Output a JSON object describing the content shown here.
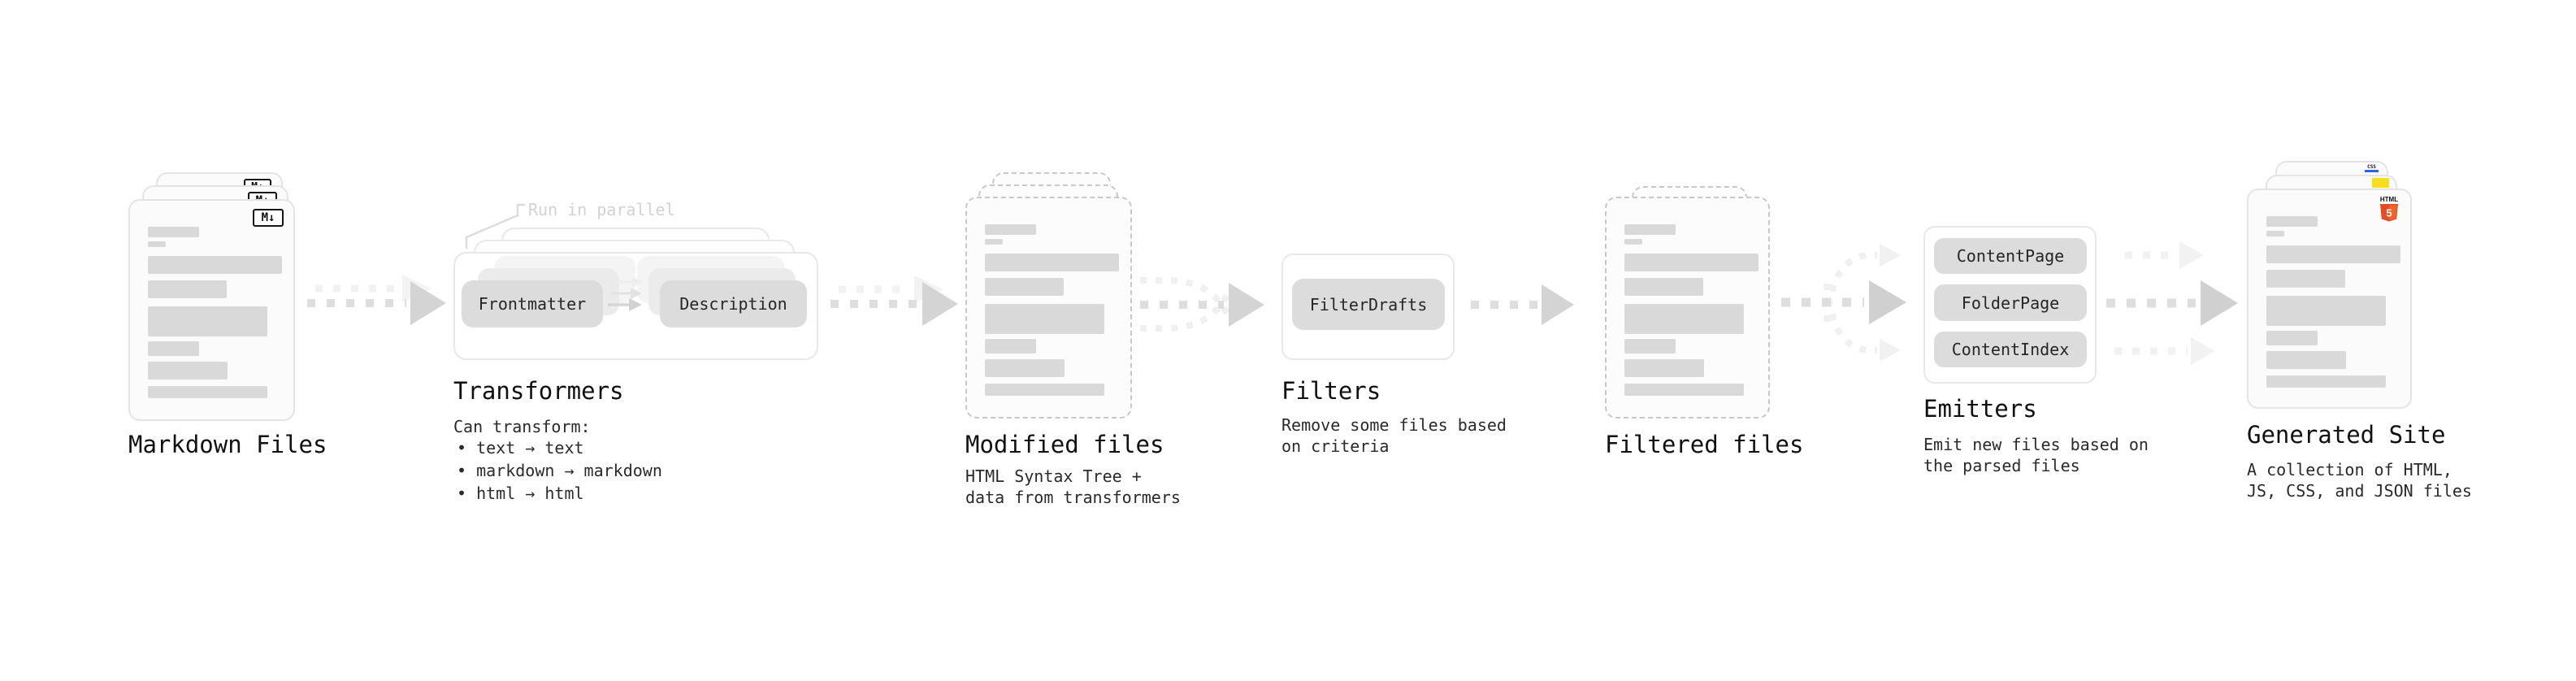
{
  "nodes": {
    "markdown_files": {
      "label": "Markdown Files",
      "file_icon_text": "M↓"
    },
    "transformers": {
      "title": "Transformers",
      "callout": "Run in parallel",
      "pill_left": "Frontmatter",
      "pill_right": "Description",
      "desc_title": "Can transform:",
      "bullets": [
        "• text → text",
        "• markdown → markdown",
        "• html → html"
      ]
    },
    "modified_files": {
      "label": "Modified files",
      "description": "HTML Syntax Tree +\ndata from transformers"
    },
    "filters": {
      "title": "Filters",
      "pill": "FilterDrafts",
      "description": "Remove some files based\non criteria"
    },
    "filtered_files": {
      "label": "Filtered files"
    },
    "emitters": {
      "title": "Emitters",
      "pills": [
        "ContentPage",
        "FolderPage",
        "ContentIndex"
      ],
      "description": "Emit new files based on\nthe parsed files"
    },
    "generated_site": {
      "label": "Generated Site",
      "description": "A collection of HTML,\nJS, CSS, and JSON files",
      "html_icon_label": "HTML",
      "html_icon_number": "5",
      "css_icon_label": "CSS"
    }
  },
  "colors": {
    "html5_orange": "#e44d26",
    "js_yellow": "#f6df1e",
    "css_blue": "#2b63e8",
    "pill_gray": "#dcdcdc",
    "arrow_gray": "#dedede"
  }
}
